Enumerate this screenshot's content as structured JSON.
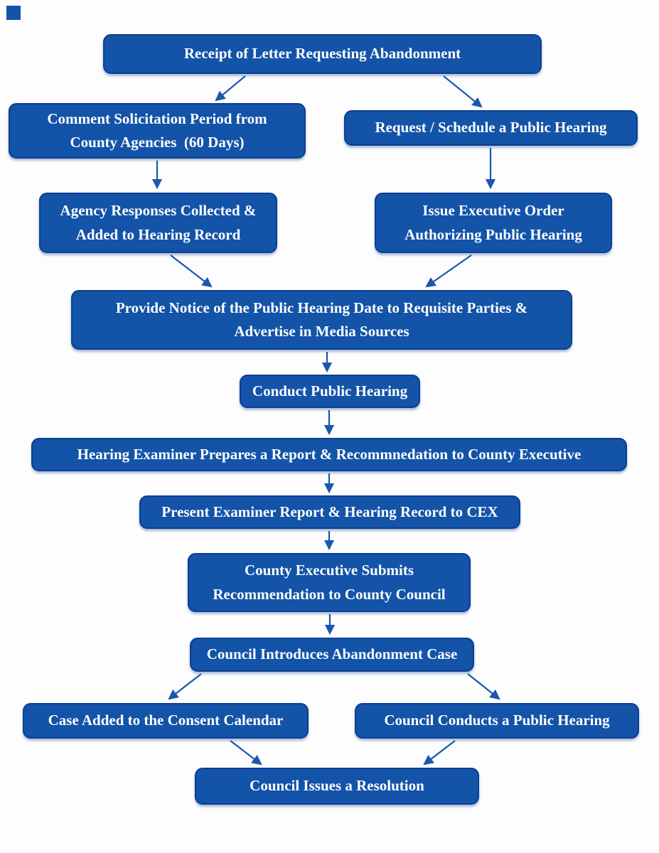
{
  "palette": {
    "background": "#fdfdfd",
    "box_fill": "#1353A8",
    "box_border": "#0C3E92",
    "arrow": "#1A57AE",
    "text": "#FFFFFF"
  },
  "diagram": {
    "type": "flowchart",
    "nodes": {
      "receipt": {
        "lines": [
          "Receipt of Letter Requesting Abandonment"
        ]
      },
      "comment_solicitation": {
        "lines": [
          "Comment Solicitation Period from",
          "County Agencies  (60 Days)"
        ]
      },
      "request_schedule": {
        "lines": [
          "Request / Schedule a Public Hearing"
        ]
      },
      "agency_responses": {
        "lines": [
          "Agency Responses Collected &",
          "Added to Hearing Record"
        ]
      },
      "issue_executive_order": {
        "lines": [
          "Issue Executive Order",
          "Authorizing Public Hearing"
        ]
      },
      "provide_notice": {
        "lines": [
          "Provide Notice of the Public Hearing Date to Requisite Parties &",
          "Advertise in Media Sources"
        ]
      },
      "conduct_hearing": {
        "lines": [
          "Conduct Public Hearing"
        ]
      },
      "examiner_report": {
        "lines": [
          "Hearing Examiner Prepares a Report & Recommnedation to County Executive"
        ]
      },
      "present_report": {
        "lines": [
          "Present Examiner Report & Hearing Record to CEX"
        ]
      },
      "cex_submits": {
        "lines": [
          "County Executive Submits",
          "Recommendation to County Council"
        ]
      },
      "council_introduces": {
        "lines": [
          "Council Introduces Abandonment Case"
        ]
      },
      "case_consent": {
        "lines": [
          "Case Added to the Consent Calendar"
        ]
      },
      "council_conducts": {
        "lines": [
          "Council Conducts a Public Hearing"
        ]
      },
      "council_resolution": {
        "lines": [
          "Council Issues a Resolution"
        ]
      }
    },
    "edges": [
      {
        "from": "receipt",
        "to": "comment_solicitation"
      },
      {
        "from": "receipt",
        "to": "request_schedule"
      },
      {
        "from": "comment_solicitation",
        "to": "agency_responses"
      },
      {
        "from": "request_schedule",
        "to": "issue_executive_order"
      },
      {
        "from": "agency_responses",
        "to": "provide_notice"
      },
      {
        "from": "issue_executive_order",
        "to": "provide_notice"
      },
      {
        "from": "provide_notice",
        "to": "conduct_hearing"
      },
      {
        "from": "conduct_hearing",
        "to": "examiner_report"
      },
      {
        "from": "examiner_report",
        "to": "present_report"
      },
      {
        "from": "present_report",
        "to": "cex_submits"
      },
      {
        "from": "cex_submits",
        "to": "council_introduces"
      },
      {
        "from": "council_introduces",
        "to": "case_consent"
      },
      {
        "from": "council_introduces",
        "to": "council_conducts"
      },
      {
        "from": "case_consent",
        "to": "council_resolution"
      },
      {
        "from": "council_conducts",
        "to": "council_resolution"
      }
    ]
  }
}
